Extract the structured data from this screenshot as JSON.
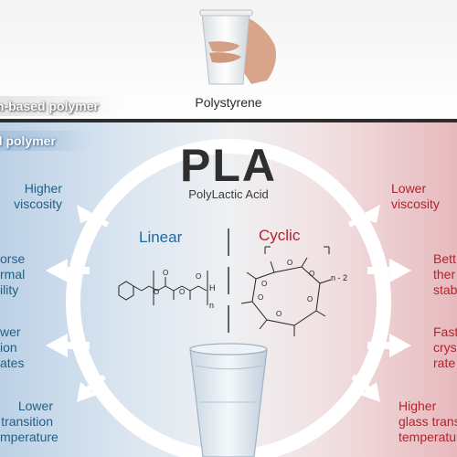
{
  "top": {
    "petro_banner": "m-based polymer",
    "polystyrene_label": "Polystyrene"
  },
  "bio_banner": "d polymer",
  "center": {
    "title": "PLA",
    "subtitle": "PolyLactic Acid",
    "linear": "Linear",
    "cyclic": "Cyclic",
    "linear_sub": "n",
    "linear_h": "H",
    "cyclic_sub": "n - 2"
  },
  "left_labels": [
    {
      "line1": "Higher",
      "line2": "viscosity"
    },
    {
      "line1": "orse",
      "line2": "rmal",
      "line3": "ility"
    },
    {
      "line1": "wer",
      "line2": "ion",
      "line3": "ates"
    },
    {
      "line1": "Lower",
      "line2": "transition",
      "line3": "mperature"
    }
  ],
  "right_labels": [
    {
      "line1": "Lower",
      "line2": "viscosity"
    },
    {
      "line1": "Bett",
      "line2": "ther",
      "line3": "stab"
    },
    {
      "line1": "Fast",
      "line2": "crys",
      "line3": "rate"
    },
    {
      "line1": "Higher",
      "line2": "glass trans",
      "line3": "temperatu"
    }
  ],
  "colors": {
    "blue_text": "#1f5f86",
    "red_text": "#b3232f",
    "divider": "#2d2d2d"
  },
  "icons": [
    "polystyrene-cup-icon",
    "plastic-cup-icon",
    "arrow-icon"
  ]
}
